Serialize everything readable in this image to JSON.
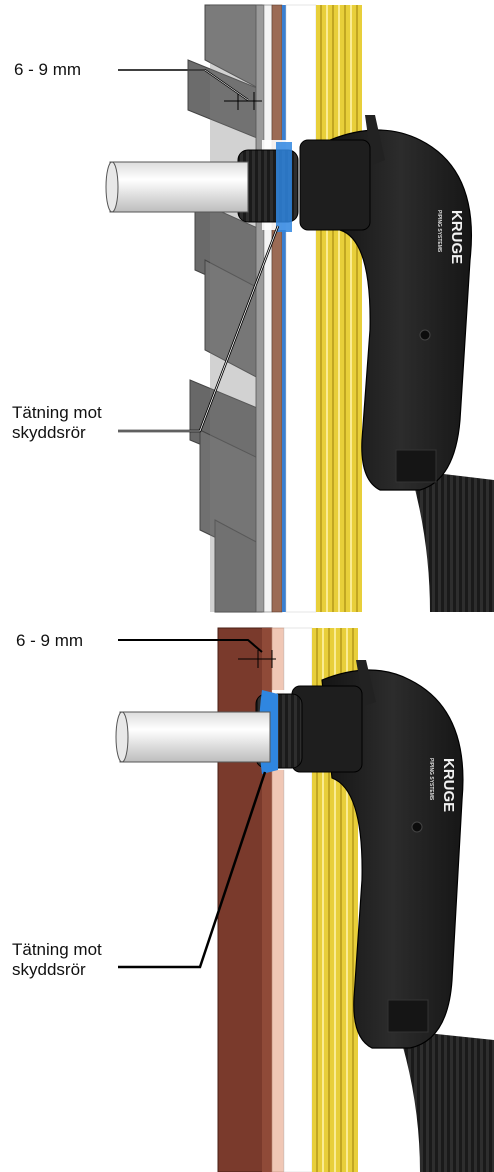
{
  "panels": [
    {
      "dimension_label": "6 - 9 mm",
      "seal_label_line1": "Tätning mot",
      "seal_label_line2": "skyddsrör",
      "brand_name": "KRUGE",
      "brand_sub": "PIPING SYSTEMS",
      "cladding": "slatted wood (grey)"
    },
    {
      "dimension_label": "6 - 9 mm",
      "seal_label_line1": "Tätning mot",
      "seal_label_line2": "skyddsrör",
      "brand_name": "KRUGE",
      "brand_sub": "PIPING SYSTEMS",
      "cladding": "solid board (brown)"
    }
  ],
  "colors": {
    "wood_grey": "#6f6f6f",
    "wood_brown": "#7a3a2c",
    "membrane_blue": "#3a7fd0",
    "seal_blue": "#2f86e0",
    "cable_yellow": "#e8cf3a",
    "fitting_black": "#1c1c1c",
    "pipe_white": "#f4f4f4"
  }
}
